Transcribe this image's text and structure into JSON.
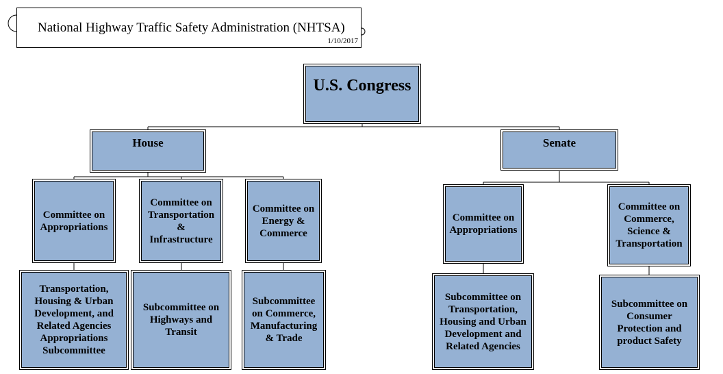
{
  "header": {
    "title": "National Highway Traffic Safety Administration (NHTSA)",
    "date": "1/10/2017"
  },
  "org": {
    "root": "U.S. Congress",
    "house": {
      "label": "House",
      "committees": [
        {
          "label": "Committee on Appropriations",
          "subcommittee": "Transportation, Housing & Urban Development, and Related Agencies Appropriations Subcommittee"
        },
        {
          "label": "Committee on Transportation & Infrastructure",
          "subcommittee": "Subcommittee on Highways and Transit"
        },
        {
          "label": "Committee on Energy & Commerce",
          "subcommittee": "Subcommittee on Commerce, Manufacturing & Trade"
        }
      ]
    },
    "senate": {
      "label": "Senate",
      "committees": [
        {
          "label": "Committee on Appropriations",
          "subcommittee": "Subcommittee on Transportation, Housing and Urban Development and Related Agencies"
        },
        {
          "label": "Committee on Commerce, Science & Transportation",
          "subcommittee": "Subcommittee on Consumer Protection and product Safety"
        }
      ]
    }
  },
  "colors": {
    "box_fill": "#95b1d3",
    "line": "#000000"
  }
}
